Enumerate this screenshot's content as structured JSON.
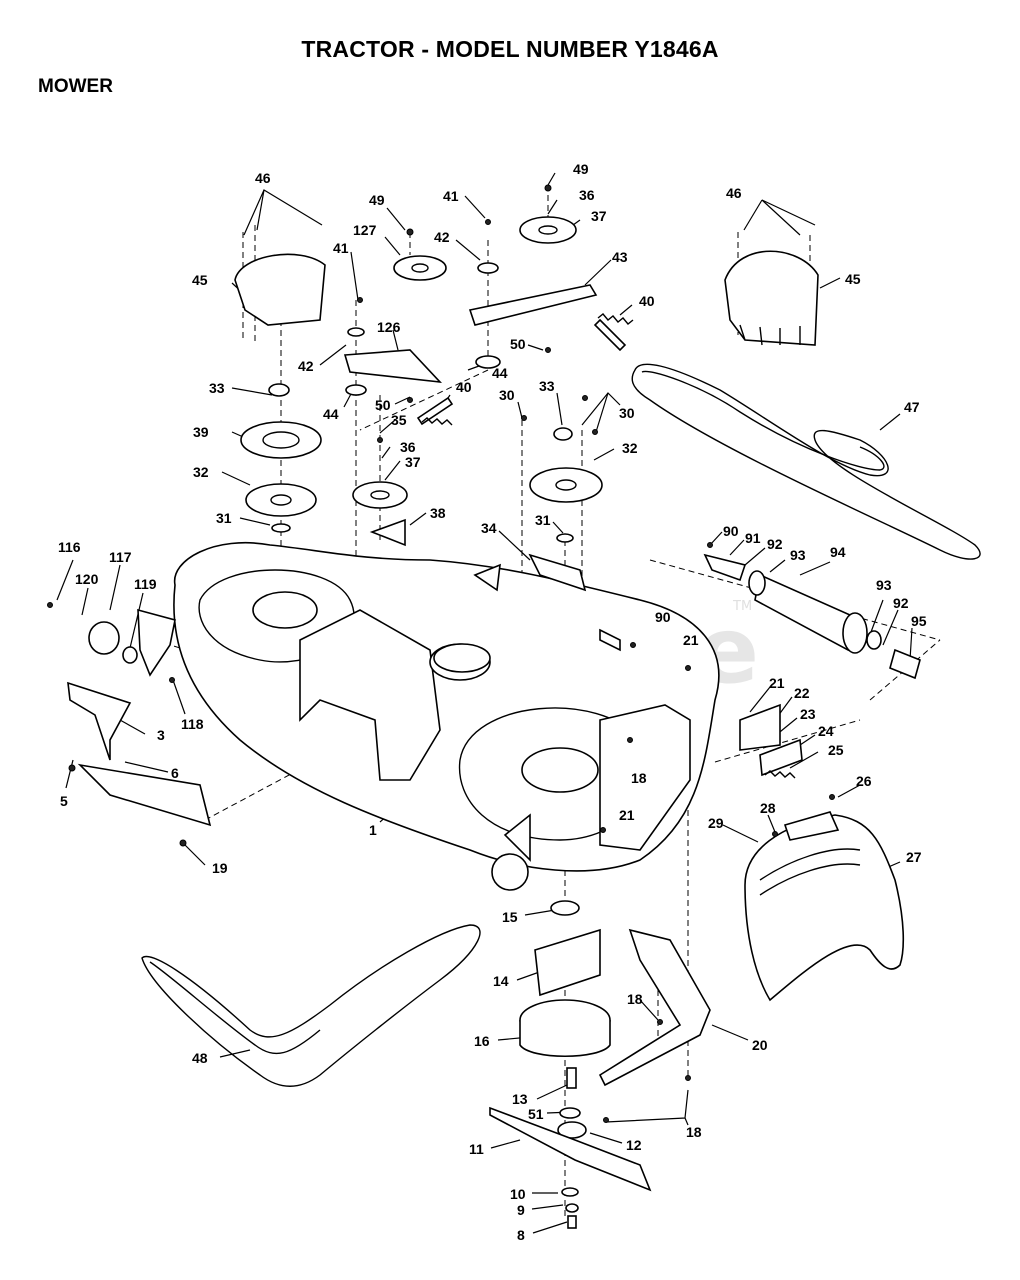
{
  "title": "TRACTOR - MODEL NUMBER Y1846A",
  "section": "MOWER",
  "watermark": "PartsTree",
  "watermark_tm": "TM",
  "labels": {
    "l46a": "46",
    "l49a": "49",
    "l41a": "41",
    "l49b": "49",
    "l36a": "36",
    "l37a": "37",
    "l46b": "46",
    "l127": "127",
    "l42a": "42",
    "l43": "43",
    "l45a": "45",
    "l45b": "45",
    "l41b": "41",
    "l40a": "40",
    "l126": "126",
    "l50a": "50",
    "l42b": "42",
    "l44a": "44",
    "l44b": "44",
    "l33a": "33",
    "l40b": "40",
    "l50b": "50",
    "l33b": "33",
    "l30a": "30",
    "l30b": "30",
    "l47": "47",
    "l35": "35",
    "l39": "39",
    "l36b": "36",
    "l32a": "32",
    "l37b": "37",
    "l32b": "32",
    "l38": "38",
    "l31a": "31",
    "l34": "34",
    "l31b": "31",
    "l90a": "90",
    "l91": "91",
    "l92a": "92",
    "l93a": "93",
    "l94": "94",
    "l116": "116",
    "l117": "117",
    "l120": "120",
    "l119": "119",
    "l90b": "90",
    "l21a": "21",
    "l93b": "93",
    "l92b": "92",
    "l95": "95",
    "l118": "118",
    "l3": "3",
    "l21b": "21",
    "l22": "22",
    "l23": "23",
    "l24": "24",
    "l25": "25",
    "l6": "6",
    "l18a": "18",
    "l26": "26",
    "l5": "5",
    "l1": "1",
    "l21c": "21",
    "l28": "28",
    "l29": "29",
    "l27": "27",
    "l19": "19",
    "l15": "15",
    "l14": "14",
    "l18b": "18",
    "l16": "16",
    "l20": "20",
    "l48": "48",
    "l13": "13",
    "l51": "51",
    "l12": "12",
    "l18c": "18",
    "l11": "11",
    "l10": "10",
    "l9": "9",
    "l8": "8"
  }
}
